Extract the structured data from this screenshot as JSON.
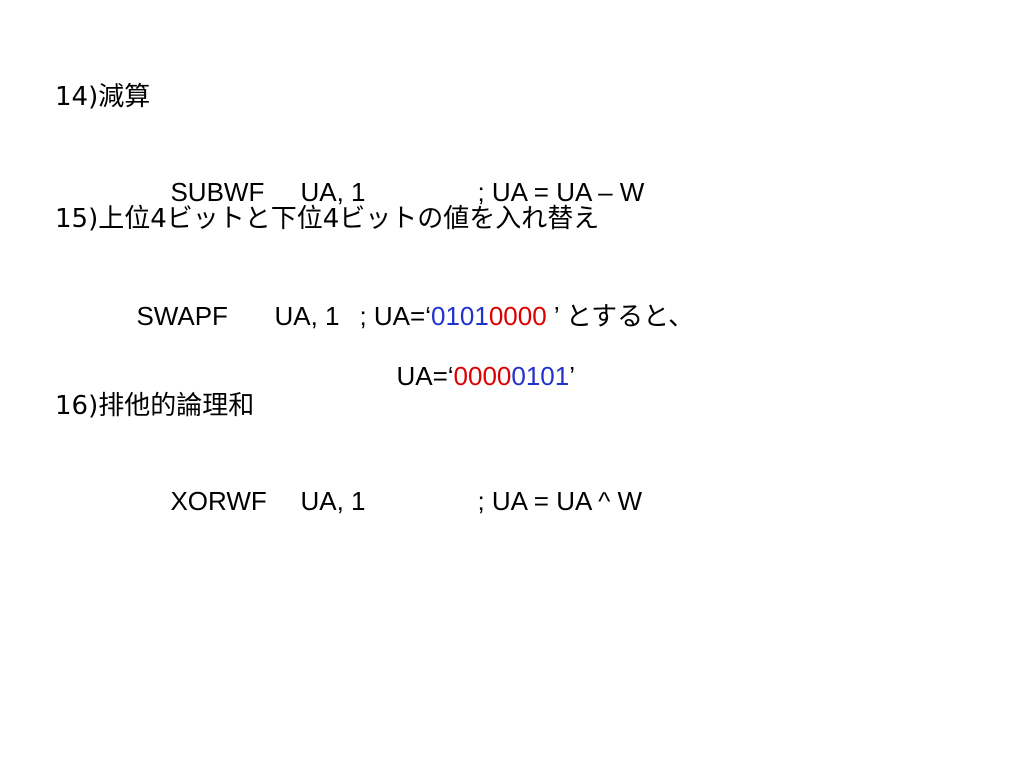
{
  "slide": {
    "item14": {
      "heading": "14)減算",
      "mnemonic": "SUBWF",
      "operand": "UA, 1",
      "comment": "; UA = UA – W"
    },
    "item15": {
      "heading": "15)上位4ビットと下位4ビットの値を入れ替え",
      "mnemonic": "SWAPF",
      "operand": "UA, 1",
      "comment_prefix": "; UA=",
      "open_quote": "‘",
      "before_upper": "0101",
      "before_lower": "0000",
      "close_quote_tail": " ’ とすると、",
      "result_prefix": "UA=",
      "result_open_quote": "‘",
      "after_upper": "0000",
      "after_lower": "0101",
      "result_close_quote": "’",
      "colors": {
        "upper_nibble": "#2233cc",
        "lower_nibble": "#dd0000"
      }
    },
    "item16": {
      "heading": "16)排他的論理和",
      "mnemonic": "XORWF",
      "operand": "UA, 1",
      "comment": "; UA = UA ^ W"
    }
  }
}
